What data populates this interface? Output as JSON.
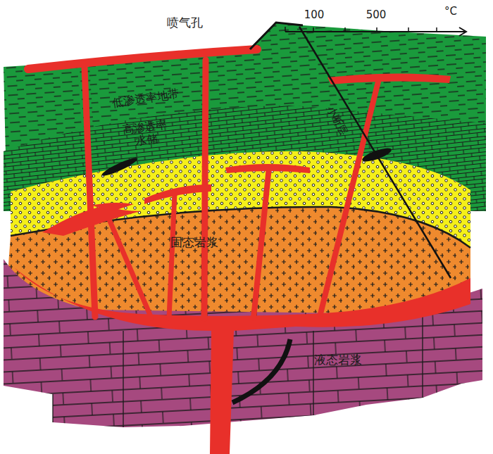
{
  "diagram": {
    "labels": [
      "喷气孔",
      "100",
      "500",
      "°C",
      "低渗透率地带",
      "高渗透率 水储",
      "小断层",
      "固态岩浆",
      "液态岩浆"
    ]
  }
}
